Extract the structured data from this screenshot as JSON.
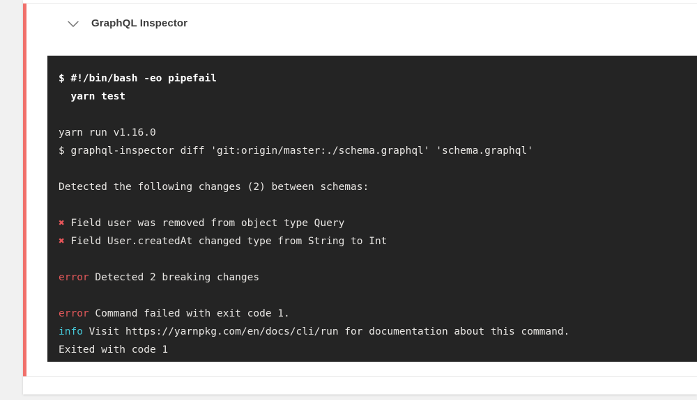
{
  "job": {
    "title": "GraphQL Inspector",
    "collapse_icon": "chevron-down-icon",
    "status_color": "#f0706b"
  },
  "terminal": {
    "background": "#242424",
    "lines": [
      {
        "type": "command",
        "text": "$ #!/bin/bash -eo pipefail"
      },
      {
        "type": "command",
        "text": "  yarn test"
      },
      {
        "type": "blank",
        "text": ""
      },
      {
        "type": "plain",
        "text": "yarn run v1.16.0"
      },
      {
        "type": "plain",
        "text": "$ graphql-inspector diff 'git:origin/master:./schema.graphql' 'schema.graphql'"
      },
      {
        "type": "blank",
        "text": ""
      },
      {
        "type": "plain",
        "text": "Detected the following changes (2) between schemas:"
      },
      {
        "type": "blank",
        "text": ""
      },
      {
        "type": "marked",
        "marker": "✖",
        "marker_color": "#e8565a",
        "text": " Field user was removed from object type Query"
      },
      {
        "type": "marked",
        "marker": "✖",
        "marker_color": "#e8565a",
        "text": " Field User.createdAt changed type from String to Int"
      },
      {
        "type": "blank",
        "text": ""
      },
      {
        "type": "labeled",
        "label": "error",
        "label_color": "#e3585a",
        "text": " Detected 2 breaking changes"
      },
      {
        "type": "blank",
        "text": ""
      },
      {
        "type": "labeled",
        "label": "error",
        "label_color": "#e3585a",
        "text": " Command failed with exit code 1."
      },
      {
        "type": "labeled",
        "label": "info",
        "label_color": "#45c6d6",
        "text": " Visit https://yarnpkg.com/en/docs/cli/run for documentation about this command."
      },
      {
        "type": "plain",
        "text": "Exited with code 1"
      }
    ]
  }
}
